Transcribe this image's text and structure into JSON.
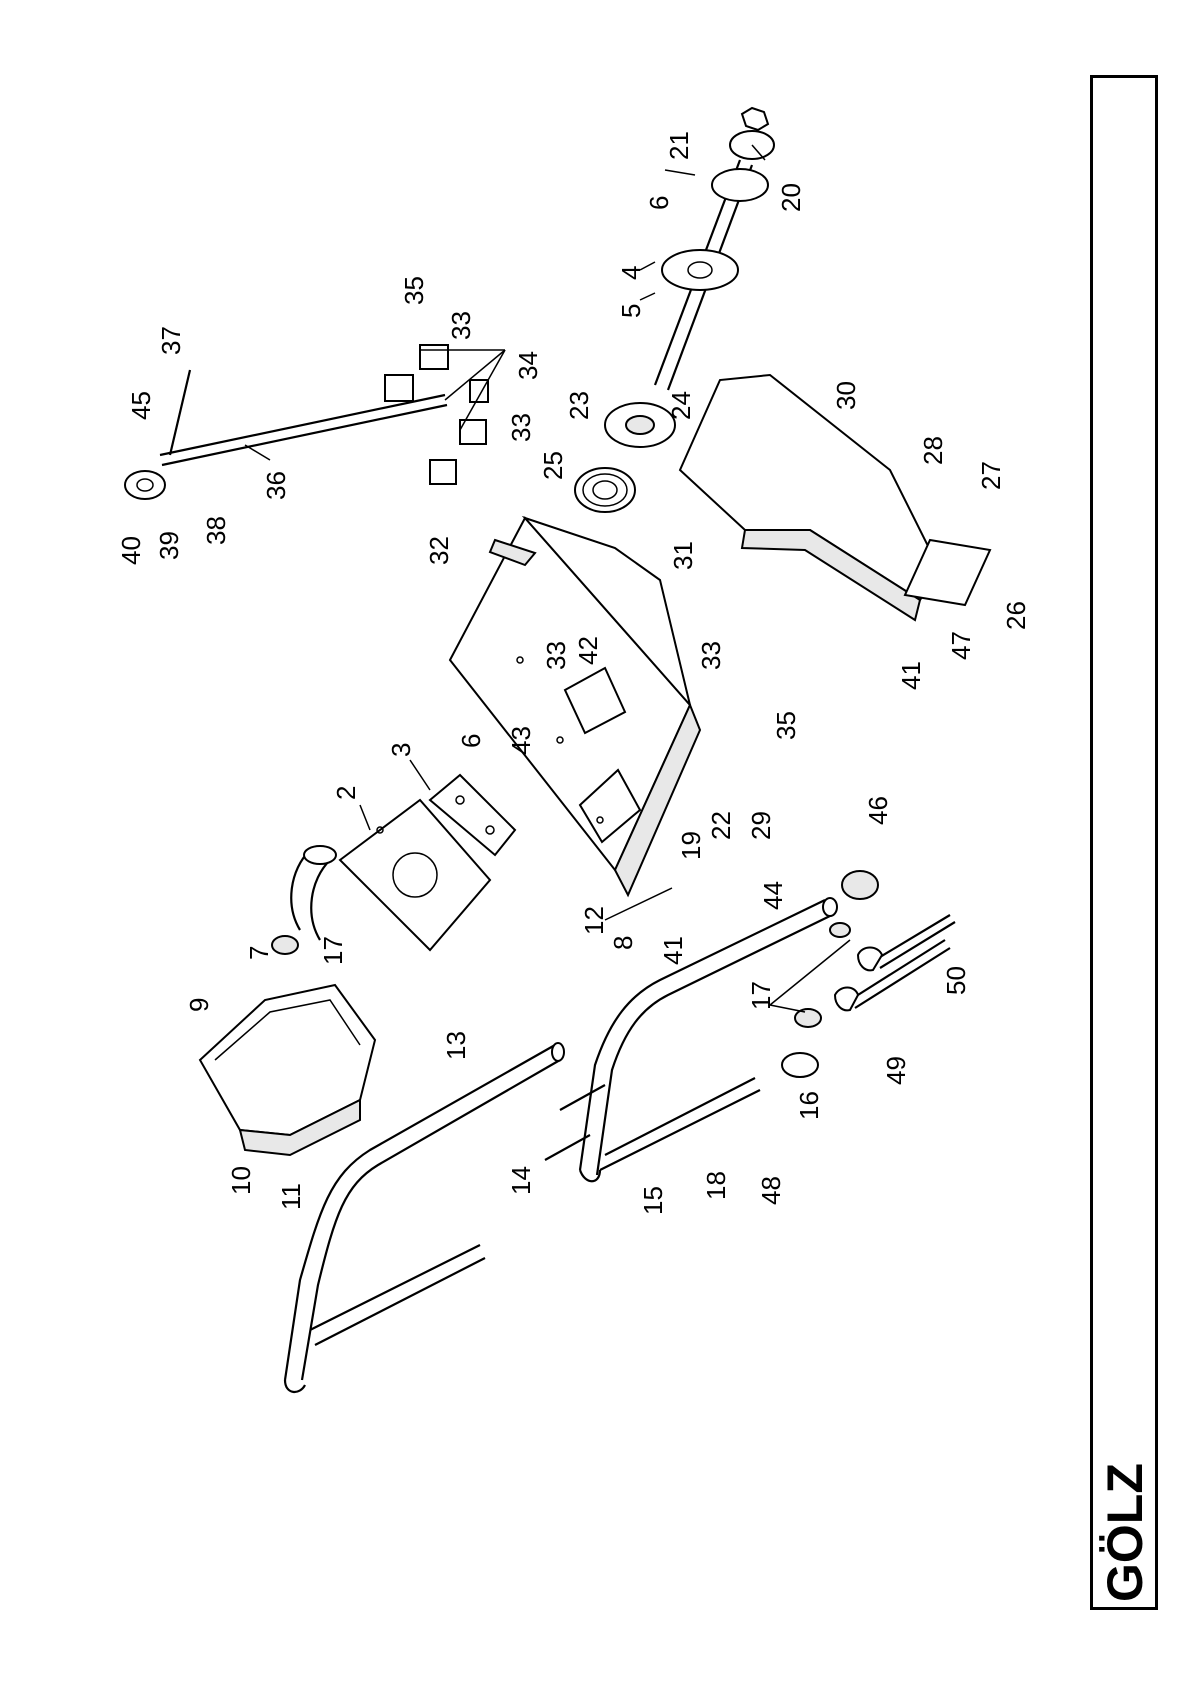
{
  "brand": {
    "logo_text": "GÖLZ"
  },
  "callouts": [
    {
      "id": "c1",
      "label": "2"
    },
    {
      "id": "c2",
      "label": "3"
    },
    {
      "id": "c3",
      "label": "4"
    },
    {
      "id": "c4",
      "label": "5"
    },
    {
      "id": "c5",
      "label": "6"
    },
    {
      "id": "c6",
      "label": "6"
    },
    {
      "id": "c7",
      "label": "7"
    },
    {
      "id": "c8",
      "label": "8"
    },
    {
      "id": "c9",
      "label": "9"
    },
    {
      "id": "c10",
      "label": "10"
    },
    {
      "id": "c11",
      "label": "11"
    },
    {
      "id": "c12",
      "label": "12"
    },
    {
      "id": "c13",
      "label": "13"
    },
    {
      "id": "c14",
      "label": "14"
    },
    {
      "id": "c15",
      "label": "15"
    },
    {
      "id": "c16",
      "label": "16"
    },
    {
      "id": "c17",
      "label": "17"
    },
    {
      "id": "c18",
      "label": "17"
    },
    {
      "id": "c19",
      "label": "18"
    },
    {
      "id": "c20",
      "label": "19"
    },
    {
      "id": "c21",
      "label": "20"
    },
    {
      "id": "c22",
      "label": "21"
    },
    {
      "id": "c23",
      "label": "22"
    },
    {
      "id": "c24",
      "label": "23"
    },
    {
      "id": "c25",
      "label": "24"
    },
    {
      "id": "c26",
      "label": "25"
    },
    {
      "id": "c27",
      "label": "26"
    },
    {
      "id": "c28",
      "label": "27"
    },
    {
      "id": "c29",
      "label": "28"
    },
    {
      "id": "c30",
      "label": "29"
    },
    {
      "id": "c31",
      "label": "30"
    },
    {
      "id": "c32",
      "label": "31"
    },
    {
      "id": "c33",
      "label": "32"
    },
    {
      "id": "c34",
      "label": "33"
    },
    {
      "id": "c35",
      "label": "33"
    },
    {
      "id": "c36",
      "label": "33"
    },
    {
      "id": "c37",
      "label": "33"
    },
    {
      "id": "c38",
      "label": "34"
    },
    {
      "id": "c39",
      "label": "35"
    },
    {
      "id": "c40",
      "label": "35"
    },
    {
      "id": "c41",
      "label": "36"
    },
    {
      "id": "c42",
      "label": "37"
    },
    {
      "id": "c43",
      "label": "38"
    },
    {
      "id": "c44",
      "label": "39"
    },
    {
      "id": "c45",
      "label": "40"
    },
    {
      "id": "c46",
      "label": "41"
    },
    {
      "id": "c47",
      "label": "41"
    },
    {
      "id": "c48",
      "label": "42"
    },
    {
      "id": "c49",
      "label": "43"
    },
    {
      "id": "c50",
      "label": "44"
    },
    {
      "id": "c51",
      "label": "45"
    },
    {
      "id": "c52",
      "label": "46"
    },
    {
      "id": "c53",
      "label": "47"
    },
    {
      "id": "c54",
      "label": "48"
    },
    {
      "id": "c55",
      "label": "49"
    },
    {
      "id": "c56",
      "label": "50"
    }
  ]
}
